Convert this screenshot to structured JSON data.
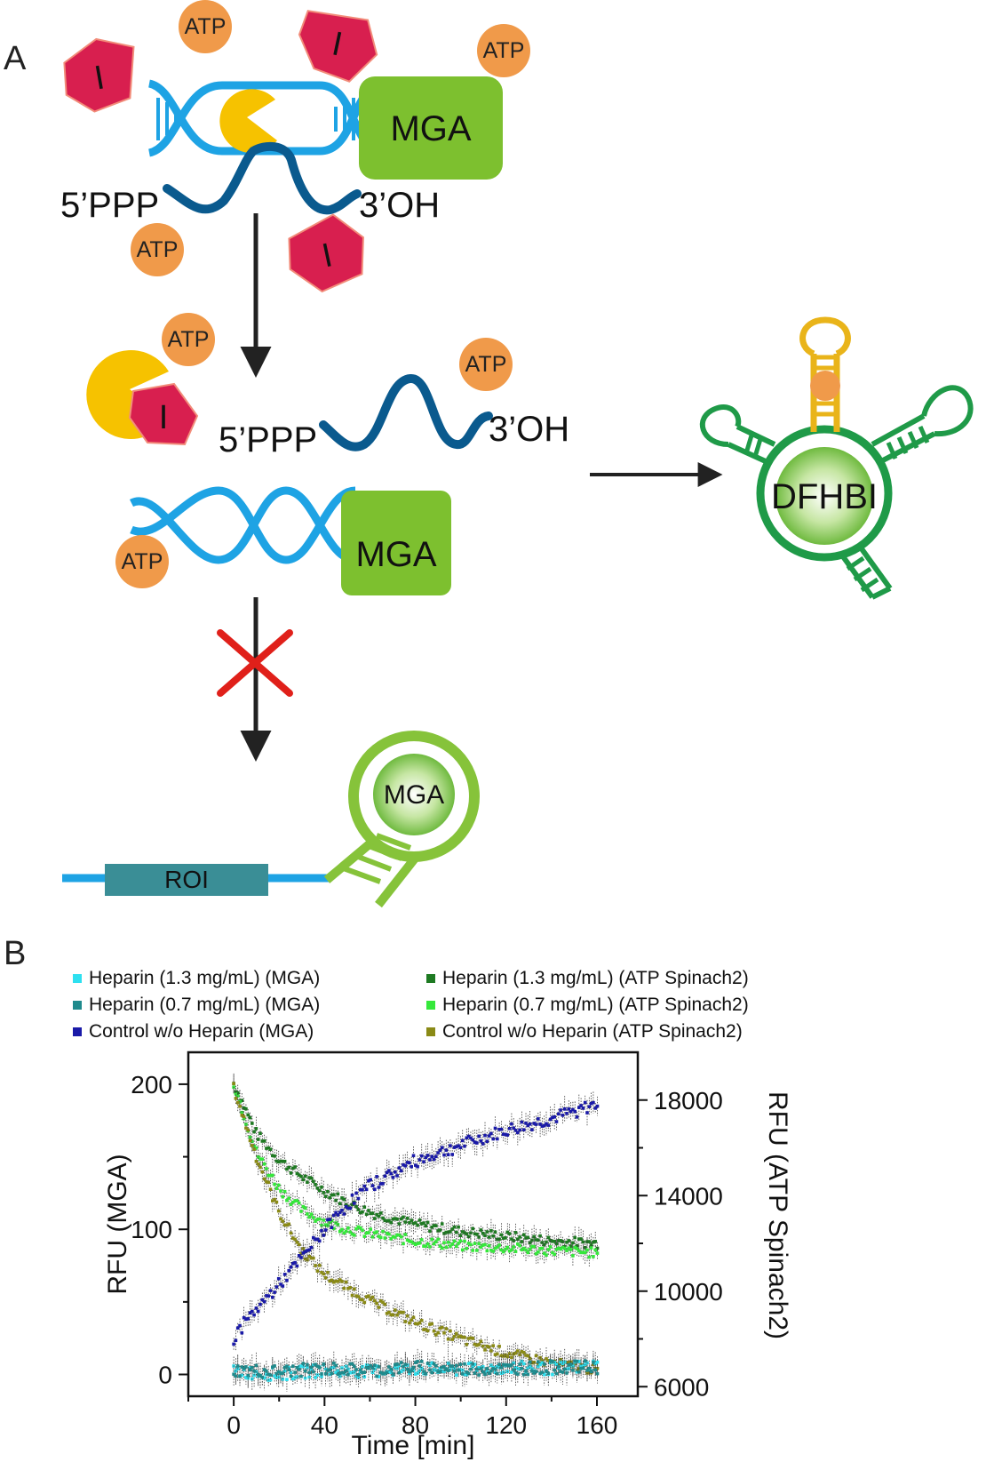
{
  "panel_a": {
    "label": "A",
    "atp": "ATP",
    "inhibitor": "I",
    "mga": "MGA",
    "five_prime": "5’PPP",
    "three_prime": "3’OH",
    "dfhbi": "DFHBI",
    "roi": "ROI",
    "colors": {
      "dna": "#1ea3e4",
      "rna": "#0a5a8e",
      "polymerase": "#f6c200",
      "inhibitor": "#d81f4f",
      "atp": "#f09a4a",
      "mga_box": "#7dc02f",
      "spinach": "#1f9a48",
      "mga_aptamer": "#86c33a",
      "roi_box": "#3a8e96",
      "block": "#e0201a"
    }
  },
  "panel_b": {
    "label": "B",
    "legend": [
      {
        "label": "Heparin (1.3 mg/mL) (MGA)",
        "color": "#2ee0f0"
      },
      {
        "label": "Heparin (0.7 mg/mL) (MGA)",
        "color": "#1f8a8c"
      },
      {
        "label": "Control w/o Heparin (MGA)",
        "color": "#1a1aa8"
      },
      {
        "label": "Heparin (1.3 mg/mL) (ATP Spinach2)",
        "color": "#1e7a22"
      },
      {
        "label": "Heparin (0.7 mg/mL) (ATP Spinach2)",
        "color": "#35e83b"
      },
      {
        "label": "Control w/o Heparin (ATP Spinach2)",
        "color": "#8a8a16"
      }
    ]
  },
  "chart_data": {
    "type": "scatter",
    "xlabel": "Time [min]",
    "ylabel": "RFU (MGA)",
    "y2label": "RFU (ATP Spinach2)",
    "xlim": [
      -20,
      178
    ],
    "ylim": [
      -15,
      222
    ],
    "y2lim": [
      5600,
      20000
    ],
    "xticks": [
      0,
      40,
      80,
      120,
      160
    ],
    "yticks": [
      0,
      100,
      200
    ],
    "y2ticks": [
      6000,
      10000,
      14000,
      18000
    ],
    "series": [
      {
        "name": "Heparin (1.3 mg/mL) (MGA)",
        "axis": "left",
        "x": [
          0,
          20,
          40,
          60,
          80,
          100,
          120,
          140,
          160
        ],
        "y": [
          2,
          0,
          3,
          2,
          4,
          3,
          5,
          4,
          6
        ]
      },
      {
        "name": "Heparin (0.7 mg/mL) (MGA)",
        "axis": "left",
        "x": [
          0,
          20,
          40,
          60,
          80,
          100,
          120,
          140,
          160
        ],
        "y": [
          3,
          2,
          4,
          3,
          5,
          4,
          4,
          5,
          5
        ]
      },
      {
        "name": "Control w/o Heparin (MGA)",
        "axis": "left",
        "x": [
          0,
          2,
          10,
          20,
          30,
          40,
          50,
          60,
          80,
          100,
          120,
          140,
          160
        ],
        "y": [
          20,
          30,
          45,
          62,
          80,
          100,
          117,
          130,
          147,
          158,
          168,
          176,
          186
        ]
      },
      {
        "name": "Heparin (1.3 mg/mL) (ATP Spinach2)",
        "axis": "right",
        "x": [
          0,
          10,
          20,
          30,
          40,
          50,
          60,
          80,
          100,
          120,
          140,
          160
        ],
        "y": [
          18700,
          16600,
          15500,
          14800,
          14200,
          13700,
          13300,
          12800,
          12500,
          12300,
          12100,
          12000
        ]
      },
      {
        "name": "Heparin (0.7 mg/mL) (ATP Spinach2)",
        "axis": "right",
        "x": [
          0,
          10,
          20,
          30,
          40,
          50,
          60,
          80,
          100,
          120,
          140,
          160
        ],
        "y": [
          18700,
          15800,
          14300,
          13400,
          12900,
          12600,
          12400,
          12100,
          11900,
          11800,
          11700,
          11600
        ]
      },
      {
        "name": "Control w/o Heparin (ATP Spinach2)",
        "axis": "right",
        "x": [
          0,
          10,
          20,
          30,
          40,
          60,
          80,
          100,
          120,
          140,
          160
        ],
        "y": [
          18500,
          15600,
          13300,
          11700,
          10700,
          9600,
          8700,
          8000,
          7400,
          7000,
          6700
        ]
      }
    ]
  }
}
